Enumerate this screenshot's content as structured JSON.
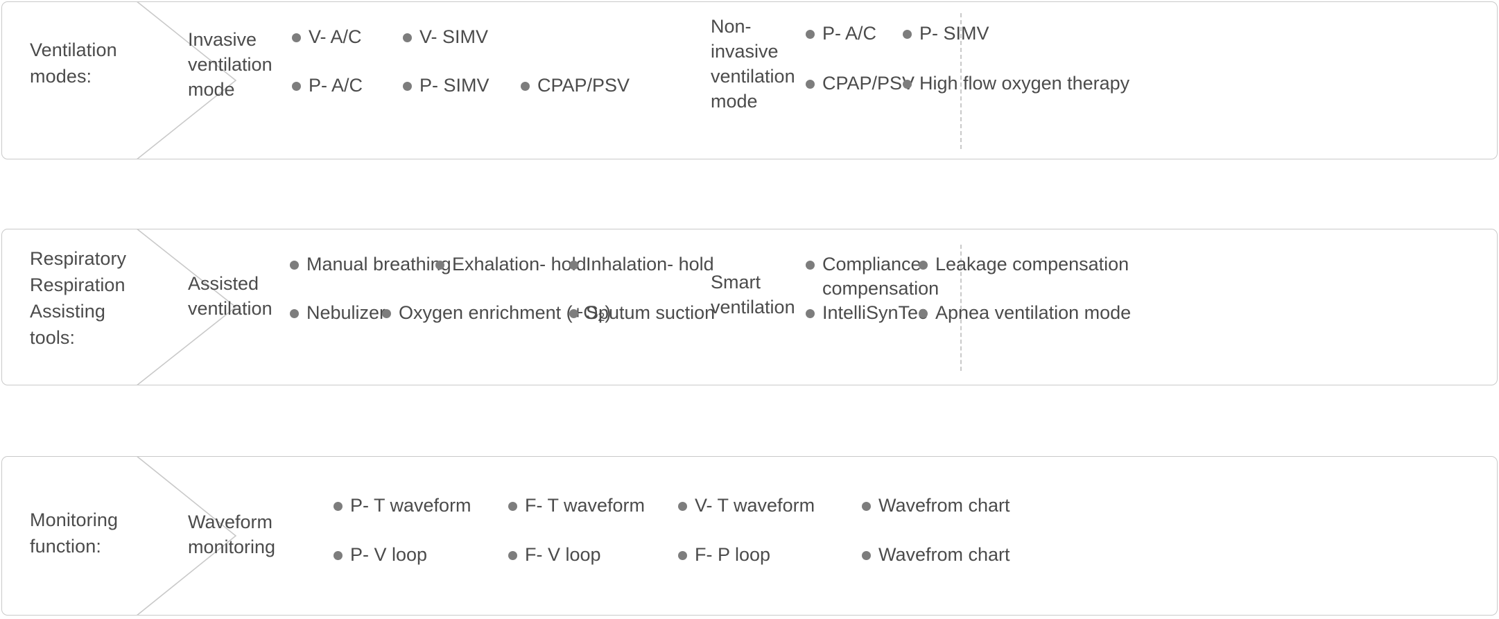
{
  "colors": {
    "card_border": "#c9c9c9",
    "text": "#4b4b4b",
    "bullet": "#7d7d7d",
    "divider": "#c9c9c9",
    "background": "#ffffff"
  },
  "sections": [
    {
      "id": "ventilation-modes",
      "category_label_lines": [
        "Ventilation",
        "modes:"
      ],
      "groups": [
        {
          "id": "invasive-ventilation-mode",
          "label_lines": [
            "Invasive",
            "ventilation",
            "mode"
          ],
          "items": [
            "V- A/C",
            "V- SIMV",
            "P- A/C",
            "P- SIMV",
            "CPAP/PSV"
          ]
        },
        {
          "id": "non-invasive-ventilation-mode",
          "label_lines": [
            "Non-",
            "invasive",
            "ventilation",
            "mode"
          ],
          "items": [
            "P- A/C",
            "P- SIMV",
            "CPAP/PSV",
            "High flow oxygen therapy"
          ]
        }
      ]
    },
    {
      "id": "respiratory-assisting-tools",
      "category_label_lines": [
        "Respiratory",
        "Respiration",
        "Assisting",
        "tools:"
      ],
      "groups": [
        {
          "id": "assisted-ventilation",
          "label_lines": [
            "Assisted",
            "ventilation"
          ],
          "items": [
            "Manual breathing",
            "Exhalation- hold",
            "Inhalation- hold",
            "Nebulizer",
            "Oxygen enrichment (+O2)",
            "Sputum suction"
          ]
        },
        {
          "id": "smart-ventilation",
          "label_lines": [
            "Smart",
            "ventilation"
          ],
          "items": [
            "Compliance compensation",
            "Leakage compensation",
            "IntelliSynTec",
            "Apnea ventilation mode"
          ]
        }
      ]
    },
    {
      "id": "monitoring-function",
      "category_label_lines": [
        "Monitoring",
        "function:"
      ],
      "groups": [
        {
          "id": "waveform-monitoring",
          "label_lines": [
            "Waveform",
            "monitoring"
          ],
          "items": [
            "P- T waveform",
            "F- T waveform",
            "V- T waveform",
            "Wavefrom chart",
            "P- V loop",
            "F- V loop",
            "F- P loop",
            "Wavefrom chart"
          ]
        }
      ]
    }
  ]
}
